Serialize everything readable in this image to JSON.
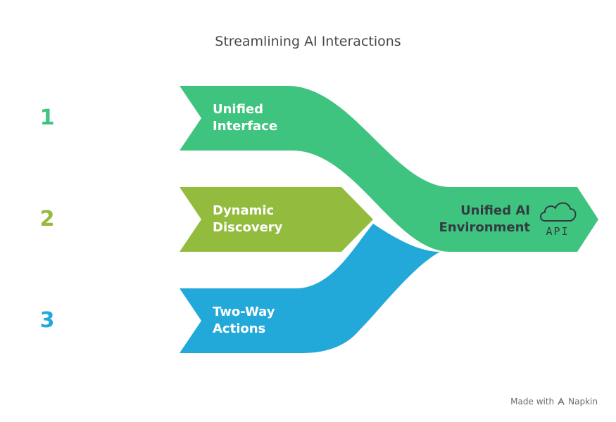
{
  "title": "Streamlining AI Interactions",
  "steps": [
    {
      "number": "1",
      "line1": "Unified",
      "line2": "Interface",
      "color": "#3fc47f"
    },
    {
      "number": "2",
      "line1": "Dynamic",
      "line2": "Discovery",
      "color": "#93bb3d"
    },
    {
      "number": "3",
      "line1": "Two-Way",
      "line2": "Actions",
      "color": "#22a9d9"
    }
  ],
  "output": {
    "line1": "Unified AI",
    "line2": "Environment",
    "color": "#3fc47f",
    "icon": "cloud-api-icon",
    "icon_text": "API"
  },
  "footer": {
    "made_with": "Made with",
    "brand": "Napkin",
    "icon": "napkin-logo-icon"
  }
}
